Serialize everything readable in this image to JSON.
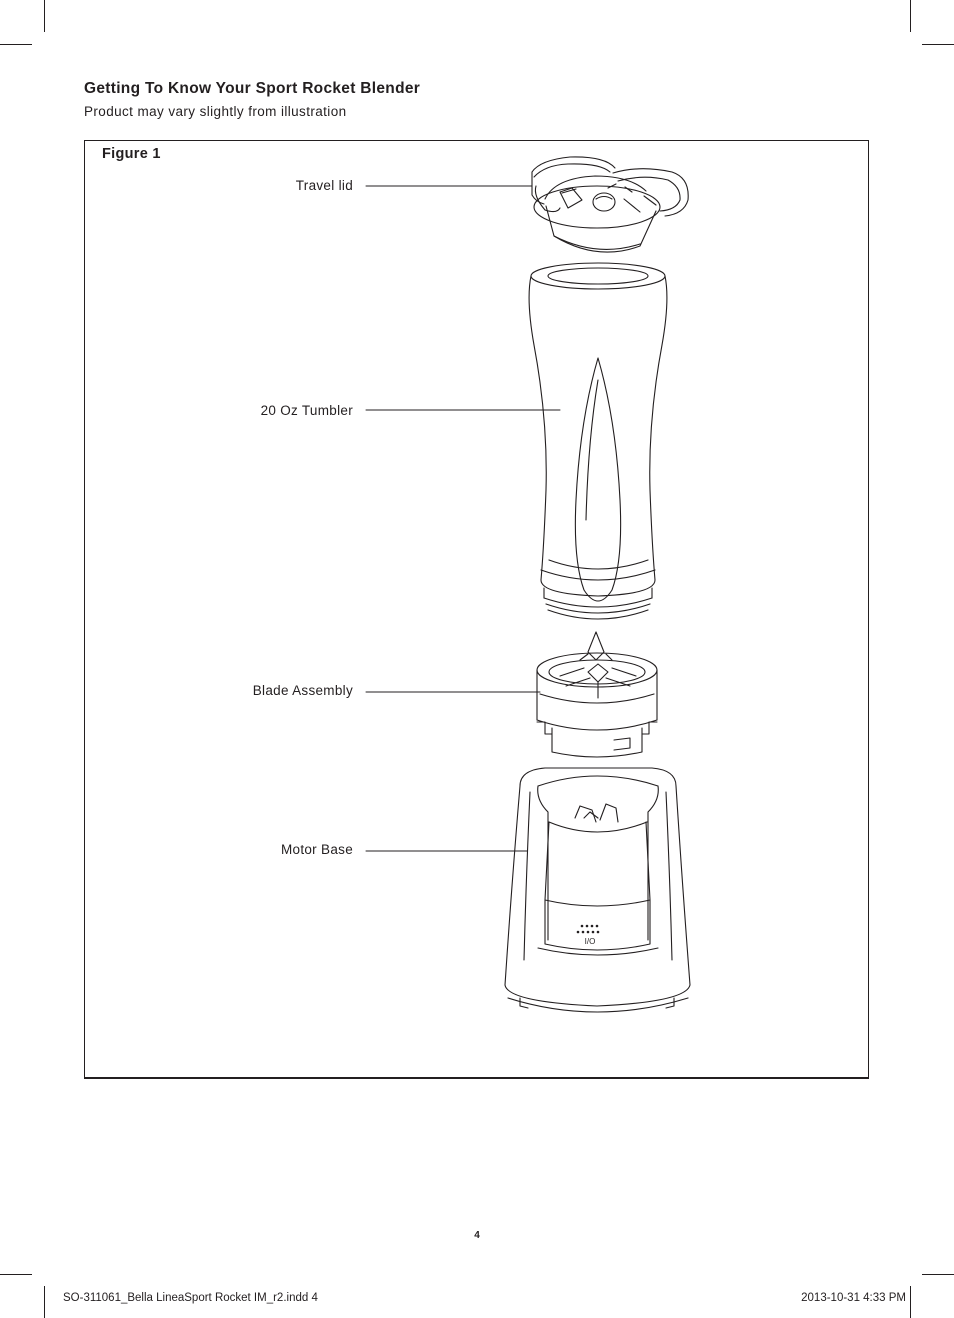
{
  "heading": "Getting To Know Your Sport Rocket Blender",
  "subheading": "Product may vary slightly from illustration",
  "figure": {
    "label": "Figure 1",
    "parts": [
      {
        "id": "travel-lid",
        "label": "Travel lid"
      },
      {
        "id": "tumbler",
        "label": "20 Oz Tumbler"
      },
      {
        "id": "blade-assembly",
        "label": "Blade Assembly"
      },
      {
        "id": "motor-base",
        "label": "Motor Base"
      }
    ],
    "base_button_label": "I/O"
  },
  "page_number": "4",
  "slug": {
    "filename": "SO-311061_Bella LineaSport Rocket IM_r2.indd   4",
    "timestamp": "2013-10-31   4:33 PM"
  }
}
